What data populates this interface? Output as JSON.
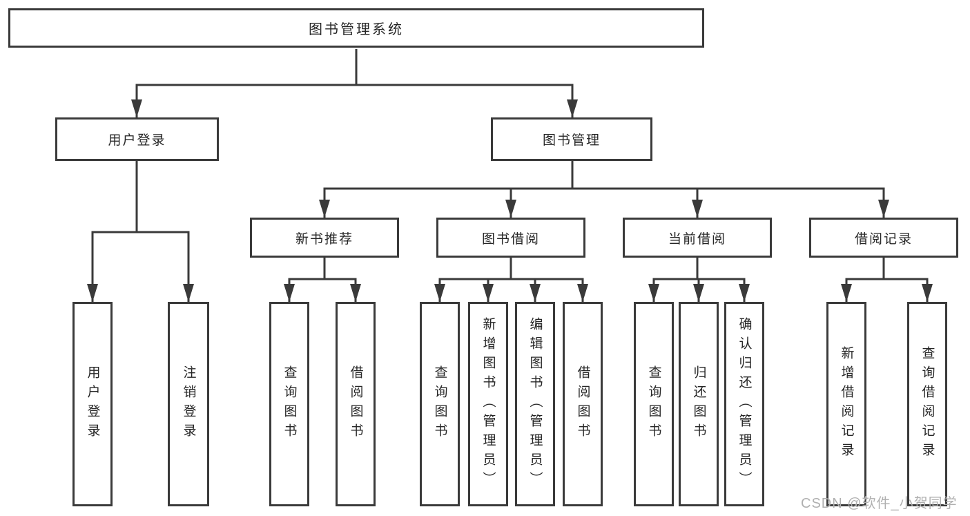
{
  "diagram": {
    "title": "图书管理系统",
    "watermark": "CSDN @软件_小贺同学",
    "colors": {
      "line": "#3a3a3a",
      "text": "#262626",
      "background": "#ffffff",
      "watermark": "#b0b0b0"
    },
    "nodes": {
      "root": "图书管理系统",
      "level2": [
        "用户登录",
        "图书管理"
      ],
      "level3": [
        "新书推荐",
        "图书借阅",
        "当前借阅",
        "借阅记录"
      ],
      "leaves": {
        "login": [
          "用户登录",
          "注销登录"
        ],
        "recommend": [
          "查询图书",
          "借阅图书"
        ],
        "borrow": [
          "查询图书",
          "新增图书（管理员）",
          "编辑图书（管理员）",
          "借阅图书"
        ],
        "current": [
          "查询图书",
          "归还图书",
          "确认归还（管理员）"
        ],
        "records": [
          "新增借阅记录",
          "查询借阅记录"
        ]
      }
    }
  }
}
